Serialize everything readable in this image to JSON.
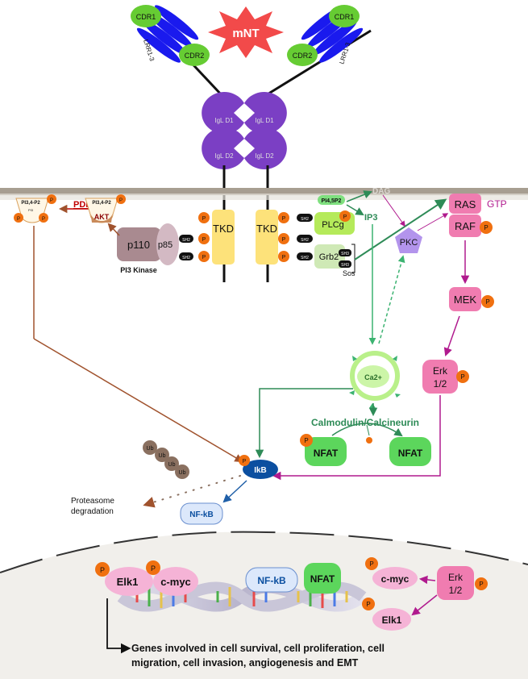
{
  "receptor": {
    "cdr1": "CDR1",
    "cdr2": "CDR2",
    "lrr": "LRR1-3",
    "ligand": "mNT",
    "igl_d1": "IgL D1",
    "igl_d2": "IgL D2",
    "tkd": "TKD",
    "p_mark": "P",
    "sh2": "SH2",
    "sh3": "SH3"
  },
  "membrane": {
    "dag": "DAG",
    "pi45p2": "PI4,5P2",
    "ip3": "IP3",
    "pi34p2": "PI3,4-P2",
    "pi34p2_small": "PI3",
    "pdk1": "PDK1",
    "akt": "AKT"
  },
  "pi3k": {
    "p110": "p110",
    "p85": "p85",
    "label": "PI3 Kinase"
  },
  "adapters": {
    "plcg": "PLCg",
    "grb2": "Grb2",
    "sos": "Sos"
  },
  "mapk": {
    "ras": "RAS",
    "gtp": "GTP",
    "raf": "RAF",
    "mek": "MEK",
    "erk_line1": "Erk",
    "erk_line2": "1/2",
    "pkc": "PKC"
  },
  "calcium": {
    "ca": "Ca2+",
    "calmodulin": "Calmodulin/Calcineurin",
    "nfat": "NFAT"
  },
  "nfkb_pathway": {
    "ub": "Ub",
    "ikb": "IkB",
    "nfkb": "NF-kB",
    "proteasome_line1": "Proteasome",
    "proteasome_line2": "degradation"
  },
  "nucleus": {
    "elk1": "Elk1",
    "cmyc": "c-myc",
    "nfkb": "NF-kB",
    "nfat": "NFAT",
    "genes_line1": "Genes involved in cell survival, cell proliferation, cell",
    "genes_line2": "migration, cell invasion, angiogenesis and EMT"
  },
  "colors": {
    "receptor_purple": "#7b3fc4",
    "cdr_green": "#66cc33",
    "lrr_blue": "#1a1aee",
    "mnt_red": "#f24a4a",
    "tkd_yellow": "#fde27a",
    "p_orange": "#f07010",
    "pink": "#f07cb0",
    "plcg_green": "#b5ea5a",
    "membrane": "#a79e91",
    "pathway_green": "#2e8b57",
    "pathway_purple": "#b01a8e",
    "pathway_brown": "#a0522d",
    "ikb_blue": "#0b4fa0",
    "nfkb_fill": "#dce8fb",
    "nucleus_fill": "#f1efeb"
  }
}
